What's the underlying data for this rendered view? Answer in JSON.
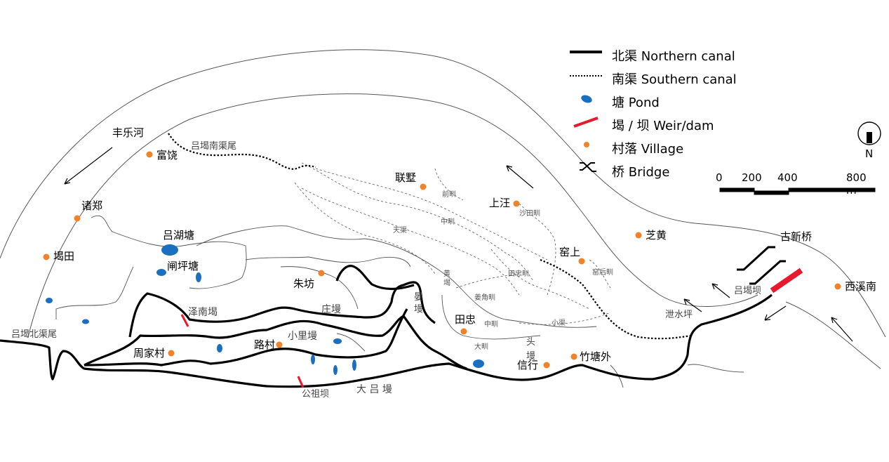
{
  "legend": {
    "northern_canal": "北渠  Northern canal",
    "southern_canal": "南渠  Southern canal",
    "pond": "塘  Pond",
    "weir": "堨 / 坝  Weir/dam",
    "village": "村落  Village",
    "bridge": "桥  Bridge"
  },
  "colors": {
    "pond": "#1a6fc0",
    "weir": "#e8192c",
    "village": "#f0822a",
    "line": "#000000"
  },
  "north_arrow": {
    "label": "N"
  },
  "scale_bar": {
    "labels": [
      "0",
      "200",
      "400",
      "800 m"
    ]
  },
  "villages": [
    "富饶",
    "诸郑",
    "堨田",
    "朱坊",
    "联墅",
    "上汪",
    "窑上",
    "芝黄",
    "田忠",
    "信行",
    "竹塘外",
    "路村",
    "周家村",
    "西溪南"
  ],
  "places": {
    "fengle_river": "丰乐河",
    "south_canal_tail": "吕堨南渠尾",
    "north_canal_tail": "吕堨北渠尾",
    "lvhu_pond": "吕湖塘",
    "zhaping_pond": "闸坪塘",
    "zenan_weir": "泽南堨",
    "zhuang_mo": "庄墁",
    "xiaoli_mo": "小里墁",
    "dalv_mo": "大 吕 墁",
    "gongzu_dam": "公祖坝",
    "yan_mo": "晏墁",
    "huang_ye": "黄堨",
    "tian_qu": "天渠",
    "tou_mo": "头墁",
    "xieshui_ping": "泄水坪",
    "lv_ye_dam": "吕堨坝",
    "guxin_bridge": "古新桥",
    "xiao_qu": "小渠"
  },
  "branches": {
    "qian": "前甽",
    "zhong": "中甽",
    "shatian": "沙田甽",
    "tianzhong": "田忠甽",
    "yaohou": "窑后甽",
    "jiangjiao": "姜角甽",
    "zhong2": "中甽",
    "da": "大甽"
  }
}
